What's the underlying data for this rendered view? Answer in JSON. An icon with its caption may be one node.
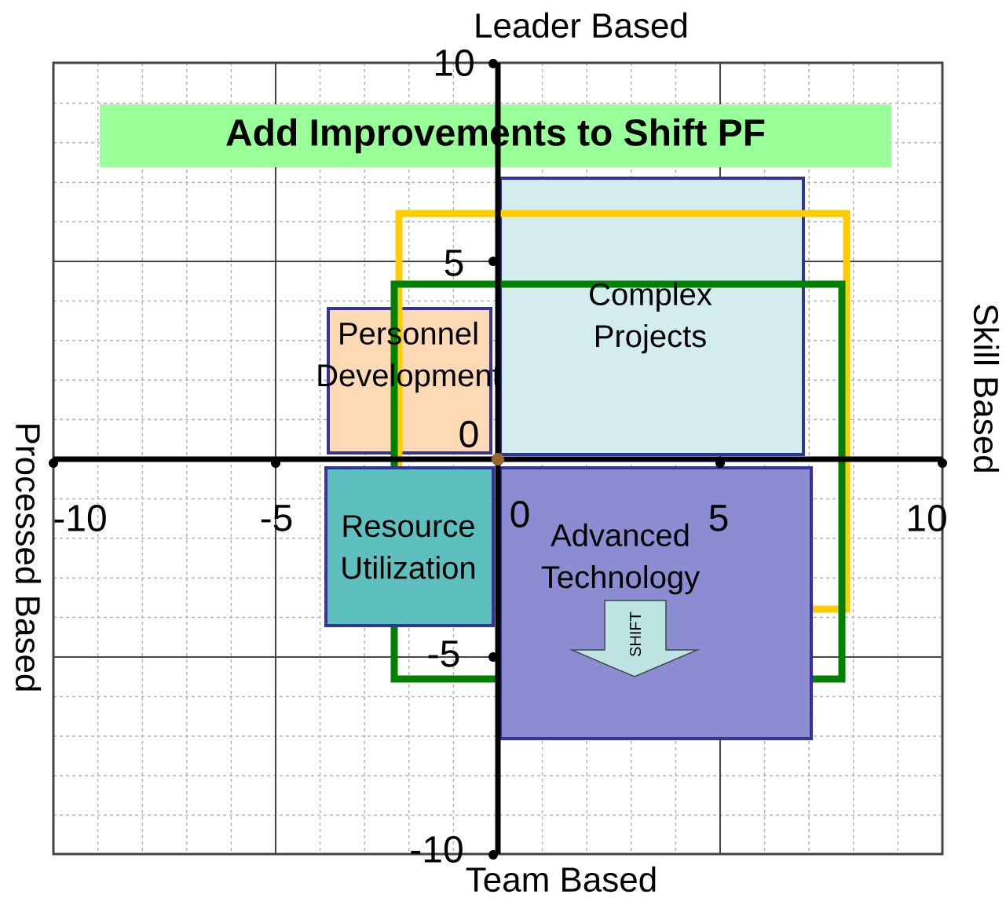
{
  "diagram": {
    "nodes": [
      {
        "text": [
          "Add Improvements to Shift PF"
        ]
      },
      {
        "text": [
          "Personnel Development"
        ]
      },
      {
        "text": [
          "Complex Projects"
        ]
      },
      {
        "text": [],
        "shape": "box"
      },
      {
        "text": [],
        "shape": "box"
      },
      {
        "text": [
          "Resource Utilization"
        ]
      },
      {
        "text": [
          "Advanced Technology"
        ]
      },
      {
        "text": [
          "SHIFT"
        ]
      }
    ],
    "labels": [
      "Leader Based",
      "10",
      "5",
      "Skill Based",
      "0",
      "Processed Based",
      "-10",
      "-5",
      "0",
      "5",
      "10",
      "-5",
      "-10",
      "Team Based"
    ]
  }
}
